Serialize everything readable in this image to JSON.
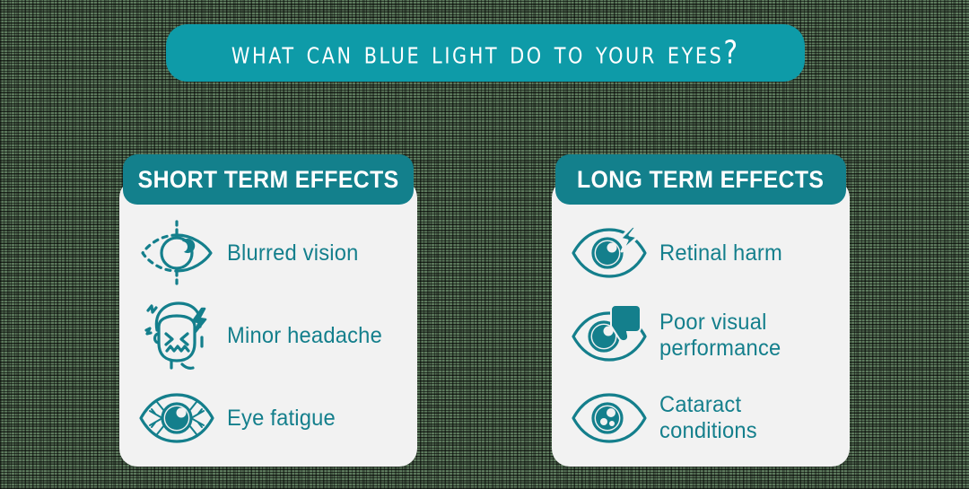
{
  "title": {
    "text": "What can Blue light do to your eyes?",
    "banner_color": "#0e9ba8",
    "text_color": "#ffffff"
  },
  "theme": {
    "card_background": "#f2f2f2",
    "header_teal": "#13808c",
    "banner_teal": "#0e9ba8",
    "icon_teal": "#147f8c",
    "label_teal": "#147f8c"
  },
  "cards": [
    {
      "id": "short-term",
      "header": "SHORT TERM EFFECTS",
      "items": [
        {
          "label": "Blurred vision",
          "icon": "blurred-eye-icon"
        },
        {
          "label": "Minor headache",
          "icon": "headache-face-icon"
        },
        {
          "label": "Eye fatigue",
          "icon": "bloodshot-eye-icon"
        }
      ]
    },
    {
      "id": "long-term",
      "header": "LONG TERM EFFECTS",
      "items": [
        {
          "label": "Retinal harm",
          "icon": "eye-lightning-icon"
        },
        {
          "label": "Poor visual\nperformance",
          "icon": "eye-thumbs-down-icon"
        },
        {
          "label": "Cataract\nconditions",
          "icon": "cataract-eye-icon"
        }
      ]
    }
  ]
}
